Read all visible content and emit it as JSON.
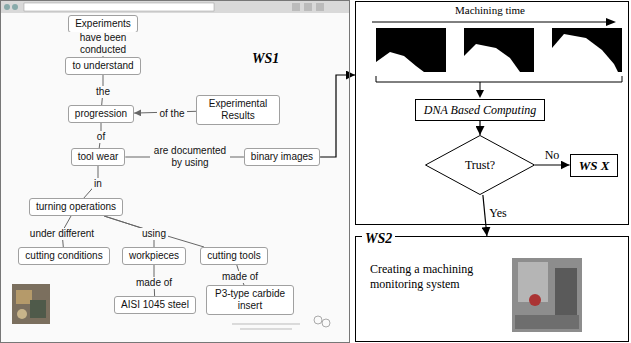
{
  "diagram": {
    "nodes": [
      {
        "text": [
          "WS1"
        ]
      },
      {
        "text": [
          "Experiments"
        ],
        "in": 0
      },
      {
        "text": [
          "to understand"
        ],
        "in": 0
      },
      {
        "text": [
          "progression"
        ],
        "in": 0
      },
      {
        "text": [
          "Experimental Results"
        ],
        "in": 0
      },
      {
        "text": [
          "tool wear"
        ],
        "in": 0
      },
      {
        "text": [
          "binary images"
        ],
        "in": 0
      },
      {
        "text": [
          "turning operations"
        ],
        "in": 0
      },
      {
        "text": [
          "cutting conditions"
        ],
        "in": 0
      },
      {
        "text": [
          "workpieces"
        ],
        "in": 0
      },
      {
        "text": [
          "cutting tools"
        ],
        "in": 0
      },
      {
        "text": [
          "AISI 1045 steel"
        ],
        "in": 0
      },
      {
        "text": [
          "P3-type carbide insert"
        ],
        "in": 0
      },
      {
        "text": [
          "Machining time"
        ]
      },
      {
        "text": [
          "DNA Based Computing"
        ],
        "in": 13
      },
      {
        "text": [
          "Trust?"
        ],
        "in": 13
      },
      {
        "text": [
          "WS X"
        ],
        "in": 13
      },
      {
        "text": [
          "WS2",
          "Creating a machining monitoring system"
        ]
      }
    ],
    "edges": [
      {
        "from": 1,
        "to": 2,
        "label": "have been conducted",
        "arrow": "none"
      },
      {
        "from": 2,
        "to": 3,
        "label": "the",
        "arrow": "none"
      },
      {
        "from": 4,
        "to": 3,
        "label": "of the",
        "arrow": "to"
      },
      {
        "from": 3,
        "to": 5,
        "label": "of",
        "arrow": "none"
      },
      {
        "from": 5,
        "to": 6,
        "label": "are documented by using",
        "arrow": "none"
      },
      {
        "from": 5,
        "to": 7,
        "label": "in",
        "arrow": "none"
      },
      {
        "from": 7,
        "to": 8,
        "label": "under different",
        "arrow": "none"
      },
      {
        "from": 7,
        "to": 9,
        "label": "using",
        "arrow": "none"
      },
      {
        "from": 7,
        "to": 10,
        "arrow": "none"
      },
      {
        "from": 9,
        "to": 11,
        "label": "made of",
        "arrow": "none"
      },
      {
        "from": 10,
        "to": 12,
        "label": "made of",
        "arrow": "none"
      },
      {
        "from": 6,
        "to": 13,
        "arrow": "to"
      },
      {
        "from": 14,
        "to": 15,
        "arrow": "to"
      },
      {
        "from": 15,
        "to": 16,
        "label": "No",
        "arrow": "to"
      },
      {
        "from": 15,
        "to": 17,
        "label": "Yes",
        "arrow": "to"
      }
    ]
  }
}
